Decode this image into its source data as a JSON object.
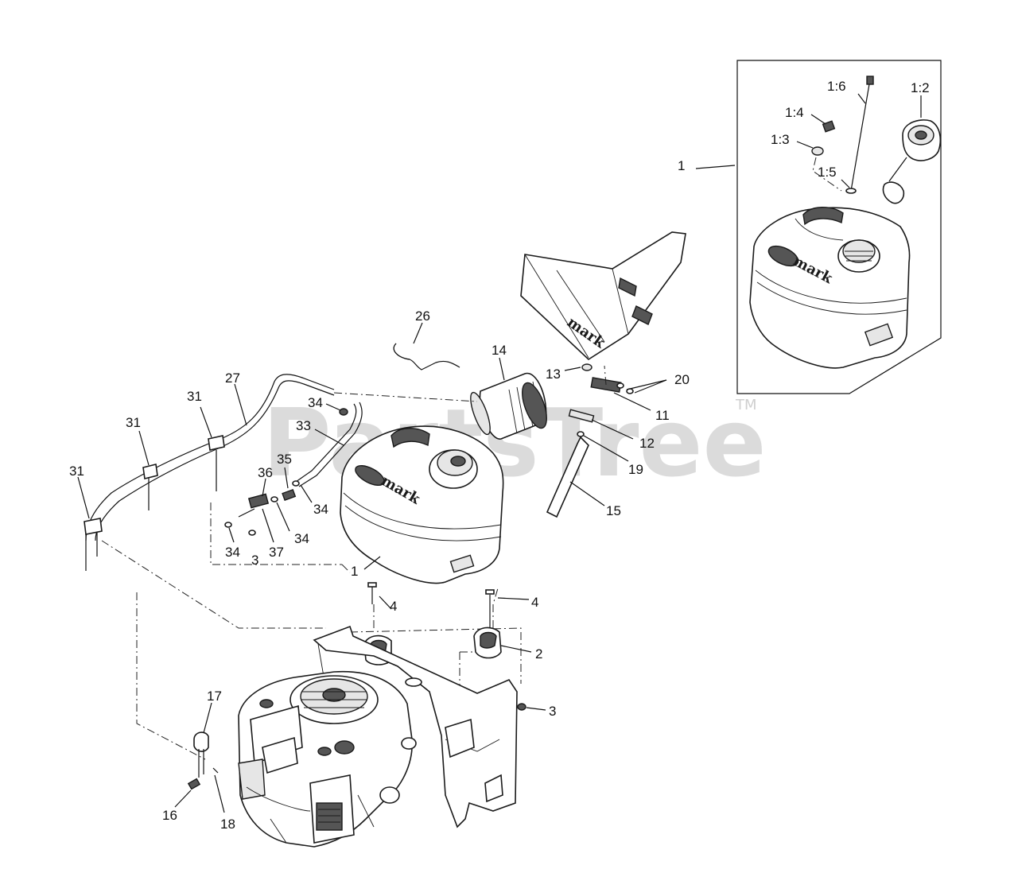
{
  "watermark": {
    "text": "PartsTree",
    "tm": "TM"
  },
  "brand": {
    "logo_text": "mark"
  },
  "callouts": {
    "c1_6": "1:6",
    "c1_2": "1:2",
    "c1_4": "1:4",
    "c1_3": "1:3",
    "c1": "1",
    "c1_5": "1:5",
    "c26": "26",
    "c14": "14",
    "c13": "13",
    "c20": "20",
    "c11": "11",
    "c12": "12",
    "c19": "19",
    "c15": "15",
    "c27": "27",
    "c31a": "31",
    "c31b": "31",
    "c31c": "31",
    "c34a": "34",
    "c33": "33",
    "c35": "35",
    "c36": "36",
    "c34b": "34",
    "c34c": "34",
    "c34d": "34",
    "c3a": "3",
    "c37": "37",
    "c1b": "1",
    "c4a": "4",
    "c4b": "4",
    "c2": "2",
    "c3b": "3",
    "c17": "17",
    "c16": "16",
    "c18": "18"
  }
}
